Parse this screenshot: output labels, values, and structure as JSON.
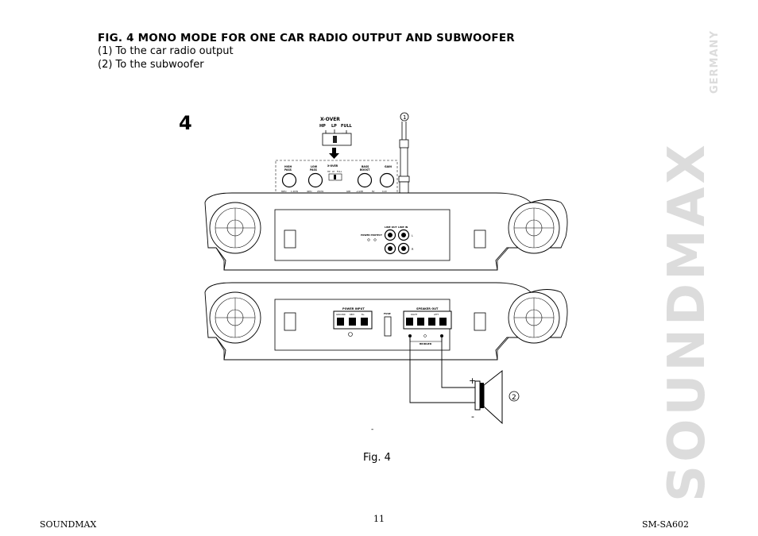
{
  "heading": "FIG. 4 MONO MODE FOR ONE CAR RADIO OUTPUT AND SUBWOOFER",
  "lines": [
    "(1) To the car radio output",
    "(2) To the subwoofer"
  ],
  "figure": {
    "number": "4",
    "xover_title": "X-OVER",
    "xover_options": [
      "HP",
      "LP",
      "FULL"
    ],
    "knobs": [
      {
        "label1": "HIGH",
        "label2": "PASS",
        "min": "80Hz",
        "max": "1.2KHz"
      },
      {
        "label1": "LOW",
        "label2": "PASS",
        "min": "40Hz",
        "max": "250Hz"
      },
      {
        "label1": "BASS",
        "label2": "BOOST",
        "min": "0dB",
        "max": "+12dB"
      },
      {
        "label1": "GAIN",
        "label2": "",
        "min": "8V",
        "max": "0.2V"
      }
    ],
    "small_xover": "X-OVER",
    "small_xover_opts": [
      "HP",
      "LP",
      "FULL"
    ],
    "power_protect": "POWER  PROTECT",
    "line_out": "LINE OUT",
    "line_in": "LINE IN",
    "ch_l": "L",
    "ch_r": "R",
    "power_input": "POWER INPUT",
    "power_terms": [
      "GROUND",
      "REM",
      "B+"
    ],
    "fuse": "FUSE",
    "speaker_out": "SPEAKER OUT",
    "speaker_terms": [
      "RIGHT",
      "LEFT"
    ],
    "bridged": "BRIDGED",
    "circle1": "1",
    "circle2": "2",
    "plus": "+",
    "minus": "-",
    "dash": "-"
  },
  "caption": "Fig. 4",
  "footer": {
    "left": "SOUNDMAX",
    "page": "11",
    "right": "SM-SA602"
  },
  "brand": {
    "main": "SOUNDMAX",
    "sub": "GERMANY",
    "color": "#dcdcdc"
  }
}
